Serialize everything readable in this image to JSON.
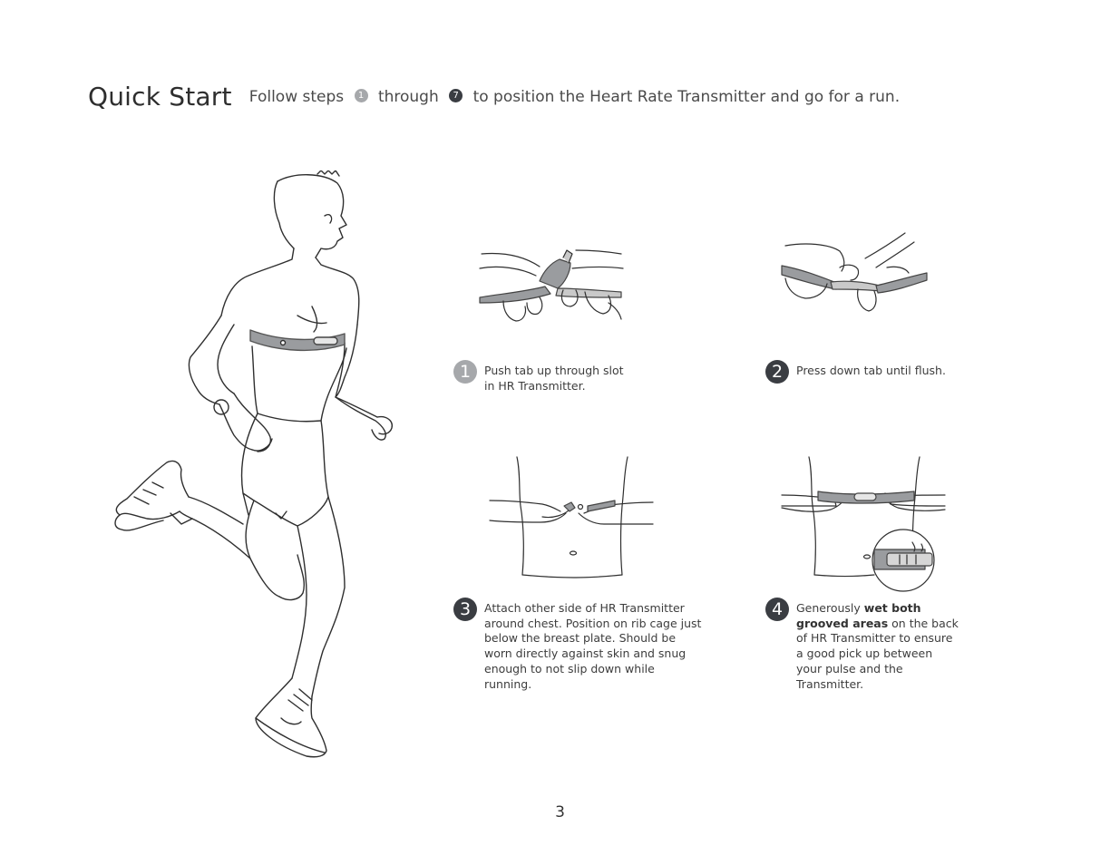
{
  "header": {
    "title": "Quick Start",
    "lead": "Follow steps",
    "step_from": "1",
    "middle": "through",
    "step_to": "7",
    "tail": "to position the Heart Rate Transmitter and go for a run."
  },
  "steps": [
    {
      "number": "1",
      "text": "Push tab up through slot in HR Transmitter."
    },
    {
      "number": "2",
      "text": "Press down tab until flush."
    },
    {
      "number": "3",
      "text": "Attach other side of HR Transmitter around chest. Position on rib cage just below the breast plate. Should be worn directly against skin and snug enough to not slip down while running."
    },
    {
      "number": "4",
      "text_pre": "Generously ",
      "text_bold": "wet both grooved areas",
      "text_post": " on the back of HR Transmitter to ensure a good pick up between your pulse and the Transmitter."
    }
  ],
  "page_number": "3",
  "colors": {
    "ink": "#3a3a3a",
    "badge_light": "#a6a8ab",
    "badge_dark": "#3a3d42",
    "strap": "#9a9c9f"
  }
}
